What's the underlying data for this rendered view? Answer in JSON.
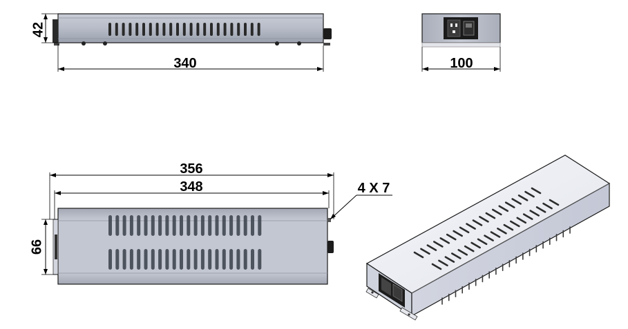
{
  "dimensions": {
    "side_height": "42",
    "side_length": "340",
    "end_width": "100",
    "top_overall": "356",
    "top_body": "348",
    "top_depth": "66",
    "mount_holes": "4 X 7"
  },
  "colors": {
    "body_top": "#c9cdd6",
    "body_mid": "#b7bcc8",
    "body_dark": "#9aa0ad",
    "iso_top": "#eef0f4",
    "iso_side": "#d8dbe6",
    "line": "#000000"
  }
}
